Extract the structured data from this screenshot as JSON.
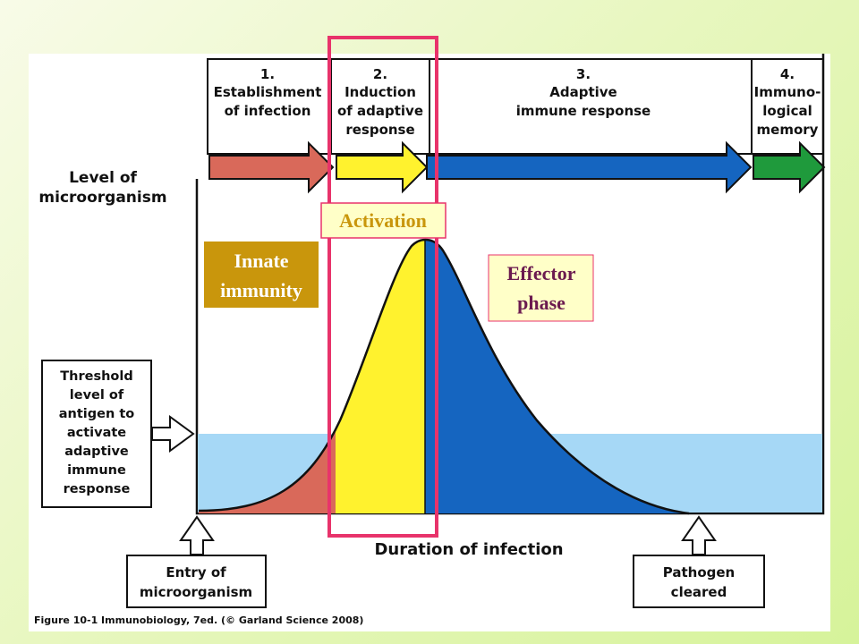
{
  "phases": [
    {
      "number": "1.",
      "lines": [
        "Establishment",
        "of infection"
      ]
    },
    {
      "number": "2.",
      "lines": [
        "Induction",
        "of adaptive",
        "response"
      ]
    },
    {
      "number": "3.",
      "lines": [
        "Adaptive",
        "immune response"
      ]
    },
    {
      "number": "4.",
      "lines": [
        "Immuno-",
        "logical",
        "memory"
      ]
    }
  ],
  "y_axis_label": [
    "Level of",
    "microorganism"
  ],
  "x_axis_label": "Duration of infection",
  "threshold_label": [
    "Threshold",
    "level of",
    "antigen to",
    "activate",
    "adaptive",
    "immune",
    "response"
  ],
  "entry_label": [
    "Entry of",
    "microorganism"
  ],
  "cleared_label": [
    "Pathogen",
    "cleared"
  ],
  "annotations": {
    "activation": "Activation",
    "innate": [
      "Innate",
      "immunity"
    ],
    "effector": [
      "Effector",
      "phase"
    ]
  },
  "caption": "Figure 10-1  Immunobiology, 7ed. (© Garland Science 2008)",
  "colors": {
    "phase1": "#d9695a",
    "phase2": "#fff22e",
    "phase3": "#1565c0",
    "phase4": "#1f9a3c",
    "threshold_band": "#a6d8f6",
    "highlight_box": "#e8336b",
    "innate_box": "#c9960c",
    "effector_text": "#6b1a4f"
  }
}
